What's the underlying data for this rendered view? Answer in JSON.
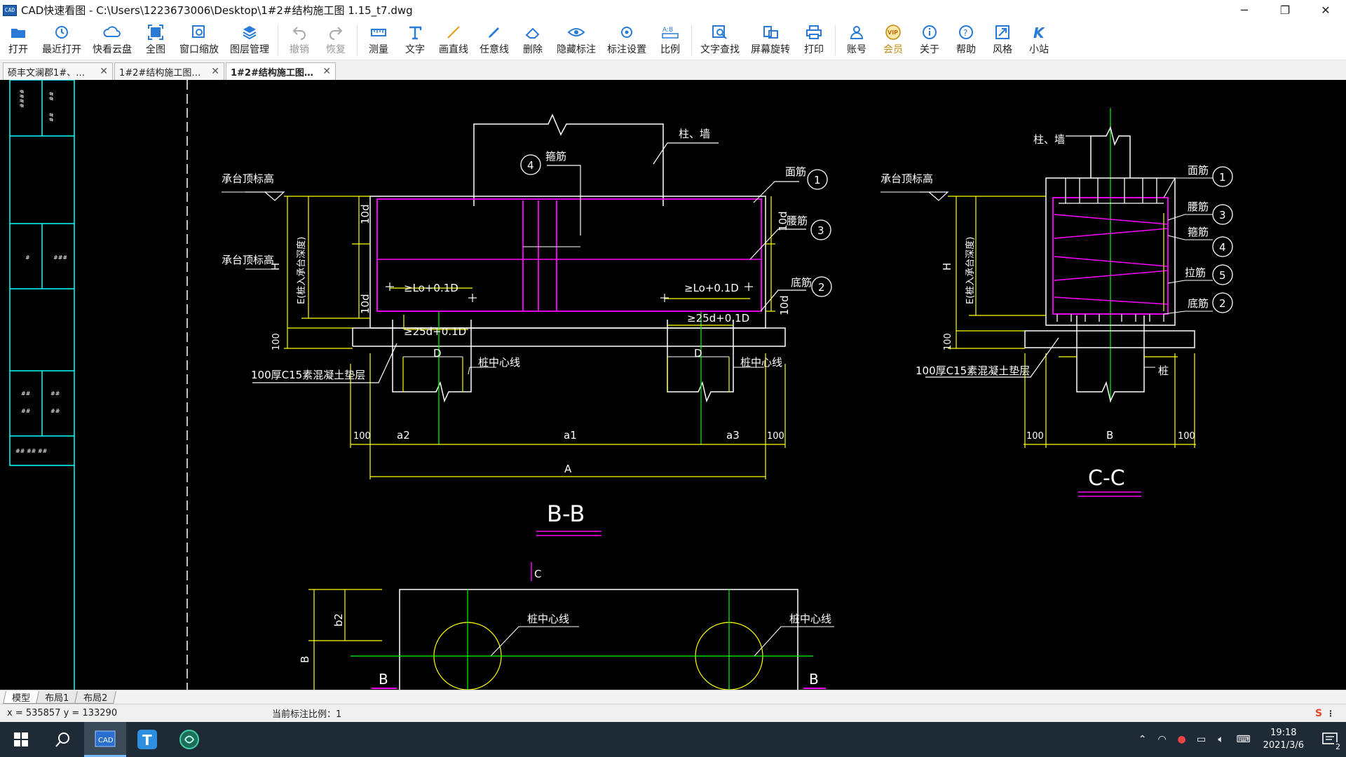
{
  "window": {
    "logo_text": "CAD",
    "title": "CAD快速看图 - C:\\Users\\1223673006\\Desktop\\1#2#结构施工图 1.15_t7.dwg",
    "minimize_icon": "minimize-icon",
    "restore_icon": "restore-icon",
    "close_icon": "close-icon"
  },
  "toolbar": {
    "items": [
      {
        "label": "打开",
        "icon": "folder-open-icon",
        "enabled": true
      },
      {
        "label": "最近打开",
        "icon": "history-icon",
        "enabled": true
      },
      {
        "label": "快看云盘",
        "icon": "cloud-icon",
        "enabled": true
      },
      {
        "label": "全图",
        "icon": "fit-view-icon",
        "enabled": true
      },
      {
        "label": "窗口缩放",
        "icon": "window-zoom-icon",
        "enabled": true
      },
      {
        "label": "图层管理",
        "icon": "layers-icon",
        "enabled": true
      },
      {
        "label": "撤销",
        "icon": "undo-icon",
        "enabled": false
      },
      {
        "label": "恢复",
        "icon": "redo-icon",
        "enabled": false
      },
      {
        "label": "测量",
        "icon": "ruler-icon",
        "enabled": true
      },
      {
        "label": "文字",
        "icon": "text-icon",
        "enabled": true
      },
      {
        "label": "画直线",
        "icon": "line-icon",
        "enabled": true
      },
      {
        "label": "任意线",
        "icon": "pen-icon",
        "enabled": true
      },
      {
        "label": "删除",
        "icon": "eraser-icon",
        "enabled": true
      },
      {
        "label": "隐藏标注",
        "icon": "eye-icon",
        "enabled": true
      },
      {
        "label": "标注设置",
        "icon": "annotation-settings-icon",
        "enabled": true
      },
      {
        "label": "比例",
        "icon": "scale-icon",
        "enabled": true
      },
      {
        "label": "文字查找",
        "icon": "text-search-icon",
        "enabled": true
      },
      {
        "label": "屏幕旋转",
        "icon": "rotate-screen-icon",
        "enabled": true
      },
      {
        "label": "打印",
        "icon": "printer-icon",
        "enabled": true
      },
      {
        "label": "账号",
        "icon": "user-icon",
        "enabled": true
      },
      {
        "label": "会员",
        "icon": "vip-icon",
        "enabled": true
      },
      {
        "label": "关于",
        "icon": "info-icon",
        "enabled": true
      },
      {
        "label": "帮助",
        "icon": "help-icon",
        "enabled": true
      },
      {
        "label": "风格",
        "icon": "style-icon",
        "enabled": true
      },
      {
        "label": "小站",
        "icon": "site-icon",
        "enabled": true
      }
    ]
  },
  "doc_tabs": [
    {
      "label": "硕丰文澜郡1#、…",
      "active": false
    },
    {
      "label": "1#2#结构施工图…",
      "active": false
    },
    {
      "label": "1#2#结构施工图…",
      "active": true
    }
  ],
  "drawing": {
    "bb": {
      "title": "B-B",
      "col_wall": "柱、墙",
      "top_rebar": "面筋",
      "waist_rebar": "腰筋",
      "bottom_rebar": "底筋",
      "stirrup": "箍筋",
      "cap_top_elev": "承台顶标高",
      "cap_bottom_elev": "承台顶标高",
      "d10_a": "10d",
      "d10_b": "10d",
      "d10_c": "10d",
      "d10_d": "10d",
      "h_label": "H",
      "e_label": "E(桩入承台深度)",
      "dim_100": "100",
      "lo_left": "≥Lo+0.1D",
      "lo_right": "≥Lo+0.1D",
      "anchor_left": "≥25d+0.1D",
      "anchor_right": "≥25d+0.1D",
      "d_left": "D",
      "d_right": "D",
      "pile_center_left": "桩中心线",
      "pile_center_right": "桩中心线",
      "cushion": "100厚C15素混凝土垫层",
      "dim_a2": "a2",
      "dim_a1": "a1",
      "dim_a3": "a3",
      "dim_100_left": "100",
      "dim_100_right": "100",
      "dim_A": "A",
      "callout_1": "1",
      "callout_2": "2",
      "callout_3": "3",
      "callout_4": "4"
    },
    "cc": {
      "title": "C-C",
      "col_wall": "柱、墙",
      "cap_top_elev": "承台顶标高",
      "top_rebar": "面筋",
      "waist_rebar": "腰筋",
      "stirrup": "箍筋",
      "tie_rebar": "拉筋",
      "bottom_rebar": "底筋",
      "h_label": "H",
      "e_label": "E(桩入承台深度)",
      "dim_100": "100",
      "cushion": "100厚C15素混凝土垫层",
      "pile": "桩",
      "dim_100_left": "100",
      "dim_B": "B",
      "dim_100_right": "100",
      "callout_1": "1",
      "callout_2": "2",
      "callout_3": "3",
      "callout_4": "4",
      "callout_5": "5"
    },
    "plan": {
      "c_mark": "C",
      "b2": "b2",
      "B": "B",
      "pile_center_left": "桩中心线",
      "pile_center_right": "桩中心线",
      "section_left": "B",
      "section_right": "B"
    },
    "colors": {
      "background": "#000000",
      "yellow": "#ffff00",
      "magenta": "#ff00ff",
      "white": "#ffffff",
      "green": "#00ff00",
      "cyan": "#00ffff"
    }
  },
  "layout_tabs": [
    {
      "label": "模型",
      "active": true
    },
    {
      "label": "布局1",
      "active": false
    },
    {
      "label": "布局2",
      "active": false
    }
  ],
  "status": {
    "coords": "x = 535857 y = 133290",
    "scale": "当前标注比例：1",
    "ime": "S"
  },
  "taskbar": {
    "apps": [
      {
        "name": "start-icon"
      },
      {
        "name": "search-icon"
      },
      {
        "name": "cad-app-icon"
      },
      {
        "name": "text-app-icon"
      },
      {
        "name": "brain-app-icon"
      }
    ],
    "time": "19:18",
    "date": "2021/3/6",
    "notification_count": "2"
  }
}
